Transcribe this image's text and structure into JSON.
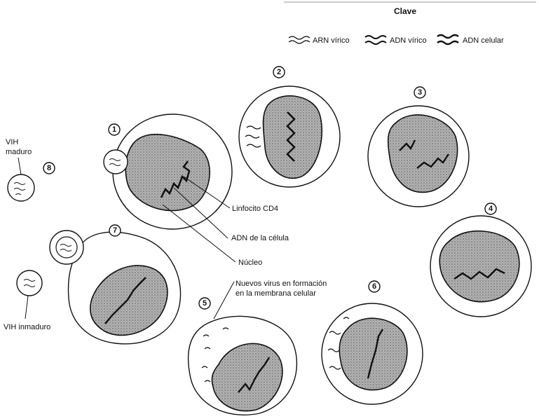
{
  "key": {
    "title": "Clave",
    "items": [
      {
        "label": "ARN vírico",
        "icon": "single-strand-rna-icon"
      },
      {
        "label": "ADN vírico",
        "icon": "double-strand-dna-icon"
      },
      {
        "label": "ADN celular",
        "icon": "double-strand-dna-icon"
      }
    ]
  },
  "steps": [
    "1",
    "2",
    "3",
    "4",
    "5",
    "6",
    "7",
    "8"
  ],
  "labels": {
    "vih_maduro": [
      "VIH",
      "maduro"
    ],
    "vih_inmaduro": "VIH inmaduro",
    "linfocito": "Linfocito CD4",
    "adn_celula": "ADN de la célula",
    "nucleo": "Núcleo",
    "nuevos_virus": [
      "Nuevos virus en formación",
      "en la membrana celular"
    ]
  },
  "colors": {
    "line": "#111111",
    "nucleus_fill": "#9a9a9a",
    "background": "#ffffff"
  }
}
